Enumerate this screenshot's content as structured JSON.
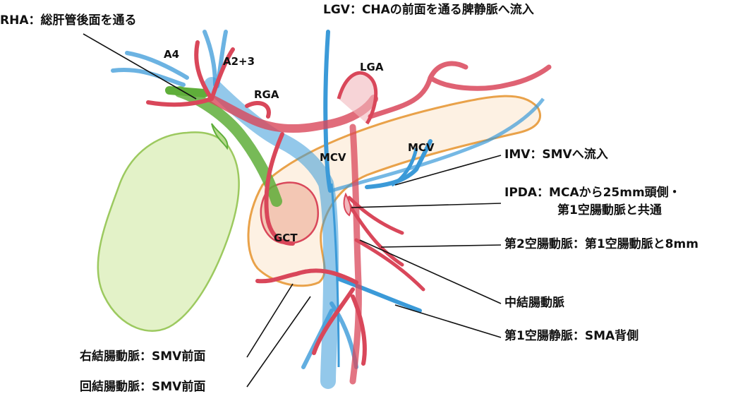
{
  "callouts": {
    "rha": "RHA：総肝管後面を通る",
    "lgv": "LGV：CHAの前面を通る脾静脈へ流入",
    "imv": "IMV：SMVへ流入",
    "ipda_1": "IPDA：MCAから25mm頭側・",
    "ipda_2": "第1空腸動脈と共通",
    "j2a": "第2空腸動脈：第1空腸動脈と8mm",
    "mca": "中結腸動脈",
    "j1v": "第1空腸静脈：SMA背側",
    "rca": "右結腸動脈：SMV前面",
    "ica": "回結腸動脈：SMV前面"
  },
  "structures": {
    "a4": "A4",
    "a23": "A2+3",
    "rga": "RGA",
    "lga": "LGA",
    "mcv_left": "MCV",
    "mcv_right": "MCV",
    "gct": "GCT"
  },
  "colors": {
    "artery": "#d9475a",
    "artery_fill": "#f2b7bd",
    "vein": "#3b9ad8",
    "vein_fill": "#cfe6f6",
    "bile_duct": "#5fae3a",
    "gallbladder": "#b7dc8c",
    "pancreas": "#e9a24a"
  }
}
